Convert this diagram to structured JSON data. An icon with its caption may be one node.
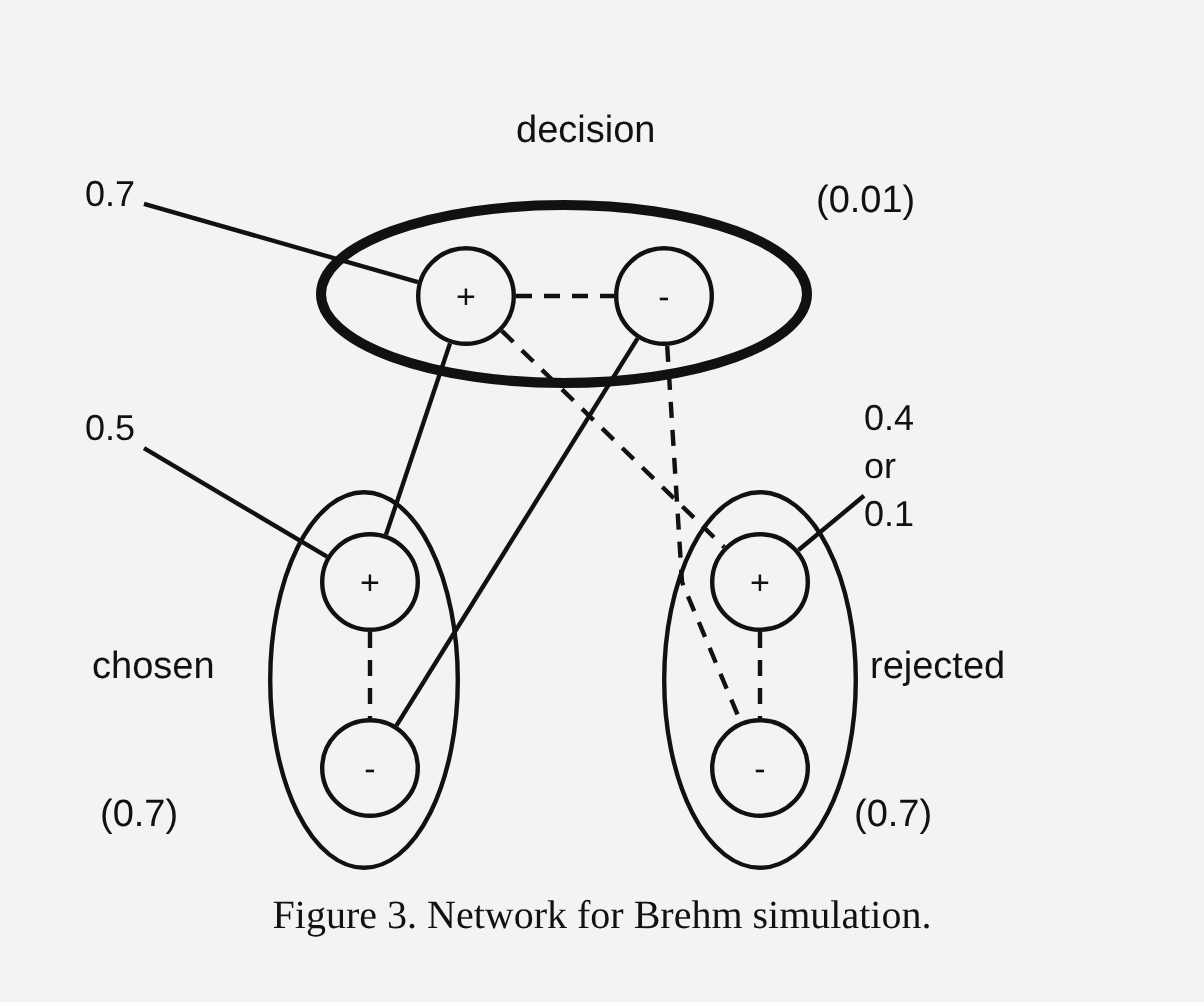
{
  "diagram": {
    "caption": "Figure 3. Network for Brehm simulation.",
    "nodes": [
      {
        "text": [
          "decision"
        ],
        "beside": [
          "(0.01)"
        ]
      },
      {
        "text": [
          "+"
        ],
        "in": 0
      },
      {
        "text": [
          "-"
        ],
        "in": 0
      },
      {
        "text": [
          "chosen"
        ],
        "beside": [
          "(0.7)"
        ]
      },
      {
        "text": [
          "+"
        ],
        "in": 3
      },
      {
        "text": [
          "-"
        ],
        "in": 3
      },
      {
        "text": [
          "rejected"
        ],
        "beside": [
          "(0.7)"
        ]
      },
      {
        "text": [
          "+"
        ],
        "in": 6
      },
      {
        "text": [
          "-"
        ],
        "in": 6
      },
      {
        "text": [
          "0.7"
        ]
      },
      {
        "text": [
          "0.5"
        ]
      },
      {
        "text": [
          "0.4 or 0.1"
        ]
      }
    ],
    "edges": [
      {
        "from": 1,
        "to": 2,
        "arrow": "none",
        "style": "dashed"
      },
      {
        "from": 1,
        "to": 4,
        "arrow": "none"
      },
      {
        "from": 2,
        "to": 5,
        "arrow": "none"
      },
      {
        "from": 1,
        "to": 7,
        "arrow": "none",
        "style": "dashed"
      },
      {
        "from": 2,
        "to": 8,
        "arrow": "none",
        "style": "dashed"
      },
      {
        "from": 4,
        "to": 5,
        "arrow": "none",
        "style": "dashed"
      },
      {
        "from": 7,
        "to": 8,
        "arrow": "none",
        "style": "dashed"
      },
      {
        "from": 9,
        "to": 1,
        "arrow": "none"
      },
      {
        "from": 10,
        "to": 4,
        "arrow": "none"
      },
      {
        "from": 11,
        "to": 7,
        "arrow": "none"
      }
    ]
  }
}
